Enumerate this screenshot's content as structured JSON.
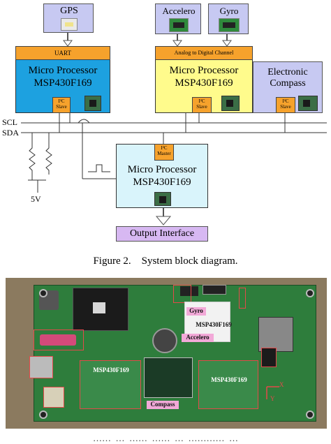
{
  "diagram": {
    "gps_label": "GPS",
    "accel_label": "Accelero",
    "gyro_label": "Gyro",
    "uart_label": "UART",
    "adc_label": "Analog to Digital Channel",
    "mp_title_1": "Micro Processor",
    "mp_title_2": "MSP430F169",
    "compass_title_1": "Electronic",
    "compass_title_2": "Compass",
    "slave_line1": "I²C",
    "slave_line2": "Slave",
    "master_line1": "I²C",
    "master_line2": "Master",
    "scl_label": "SCL",
    "sda_label": "SDA",
    "voltage_label": "5V",
    "output_label": "Output Interface",
    "caption": "Figure 2.    System block diagram."
  },
  "photo": {
    "labels": {
      "gyro": "Gyro",
      "mcu_top": "MSP430F169",
      "accel": "Accelero",
      "mcu_left": "MSP430F169",
      "mcu_right": "MSP430F169",
      "compass": "Compass",
      "axis_x": "X",
      "axis_y": "Y"
    },
    "colors": {
      "board": "#2e7d3c",
      "background": "#8b7a5f",
      "highlight": "#e34a4a",
      "label_bg": "#f2a9d8"
    }
  },
  "footer_fragment": "……  …  ……  ……  …  …………  …"
}
